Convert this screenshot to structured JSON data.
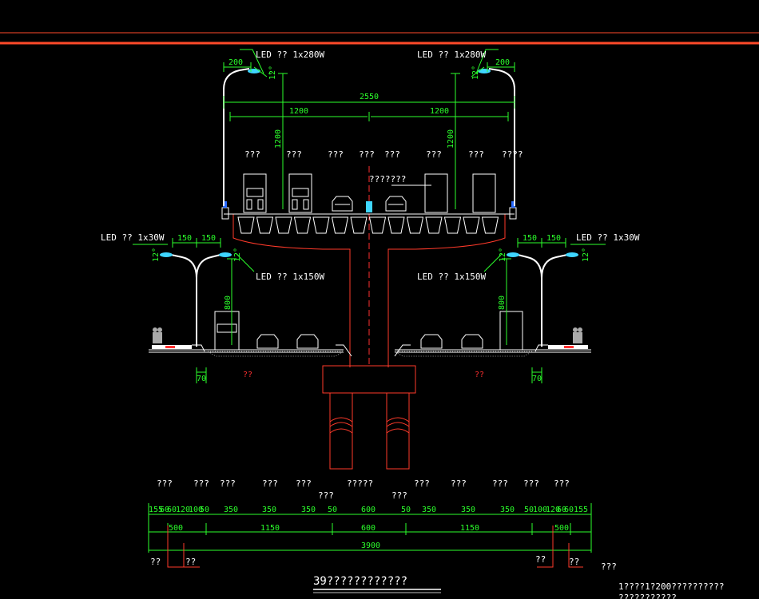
{
  "lamps": {
    "upper_left_label": "LED ?? 1x280W",
    "upper_right_label": "LED ?? 1x280W",
    "lower_outer_left_label": "LED ?? 1x30W",
    "lower_outer_right_label": "LED ?? 1x30W",
    "lower_inner_left_label": "LED ?? 1x150W",
    "lower_inner_right_label": "LED ?? 1x150W"
  },
  "dims_upper": {
    "arm_left": "200",
    "arm_right": "200",
    "overall": "2550",
    "half_left": "1200",
    "half_right": "1200",
    "height_left": "1200",
    "height_right": "1200",
    "tilt_left": "12°",
    "tilt_right": "12°"
  },
  "dims_lower": {
    "arm_a": "150",
    "arm_b": "150",
    "arm_c": "150",
    "arm_d": "150",
    "tilt_ol": "12°",
    "tilt_il": "12°",
    "tilt_ir": "12°",
    "tilt_or": "12°",
    "height_left": "800",
    "height_right": "800",
    "offset_left": "70",
    "offset_right": "70"
  },
  "deck_lane_labels": [
    "???",
    "???",
    "???",
    "???",
    "???",
    "???",
    "???",
    "????"
  ],
  "deck_callout": "???????",
  "ground_marks": [
    "??",
    "??"
  ],
  "bottom_labels": [
    "???",
    "???",
    "???",
    "???",
    "???",
    "?????",
    "???",
    "???",
    "???",
    "???",
    "???"
  ],
  "bottom_labels_2": [
    "???",
    "???"
  ],
  "dim_row1": [
    "155",
    "60",
    "60",
    "120",
    "100",
    "50",
    "350",
    "350",
    "350",
    "50",
    "600",
    "50",
    "350",
    "350",
    "350",
    "50",
    "100",
    "120",
    "60",
    "60",
    "155"
  ],
  "dim_row2": [
    "500",
    "1150",
    "600",
    "1150",
    "500"
  ],
  "dim_total": "3900",
  "bottom_marks": [
    "??",
    "??",
    "??",
    "??"
  ],
  "drawing_title": "39????????????",
  "notes_heading": "???",
  "notes_line1": "1????1?200??????????",
  "notes_line2": "???????????"
}
